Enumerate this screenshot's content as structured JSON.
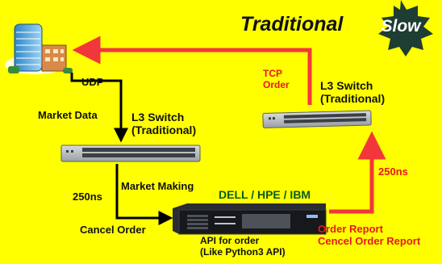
{
  "title": "Traditional",
  "badge": "Slow",
  "labels": {
    "udp": "UDP",
    "market_data": "Market Data",
    "l3_switch_left": [
      "L3 Switch",
      "(Traditional)"
    ],
    "l3_switch_right": [
      "L3 Switch",
      "(Traditional)"
    ],
    "tcp_order": [
      "TCP",
      "Order"
    ],
    "latency_left": "250ns",
    "latency_right": "250ns",
    "market_making": "Market Making",
    "cancel_order": "Cancel Order",
    "vendors": "DELL / HPE / IBM",
    "api": [
      "API for order",
      "(Like Python3 API)"
    ],
    "order_report": [
      "Order Report",
      "Cencel Order Report"
    ]
  },
  "colors": {
    "background": "#ffff00",
    "red_arrow": "#f2373c",
    "black_arrow": "#000000",
    "label_red": "#e8181e",
    "label_green": "#0a5a1e",
    "badge": "#1e3d33"
  },
  "icons": {
    "building": "office-building-icon",
    "switch": "network-switch-icon",
    "server": "rack-server-icon"
  }
}
